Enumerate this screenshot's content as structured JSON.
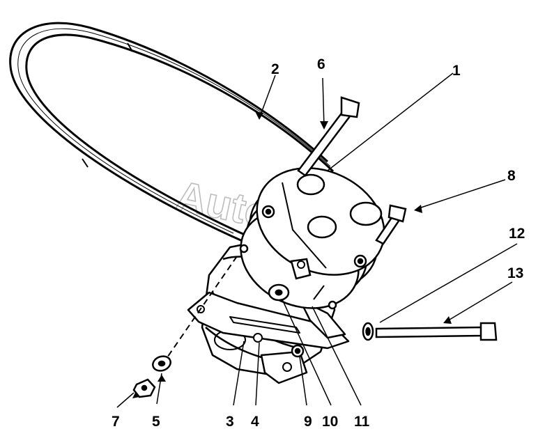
{
  "watermark": "AutoSoft",
  "callouts": [
    "1",
    "2",
    "3",
    "4",
    "5",
    "6",
    "7",
    "8",
    "9",
    "10",
    "11",
    "12",
    "13"
  ],
  "colors": {
    "line": "#000000",
    "background": "#ffffff",
    "watermark": "#bdbdbd"
  }
}
